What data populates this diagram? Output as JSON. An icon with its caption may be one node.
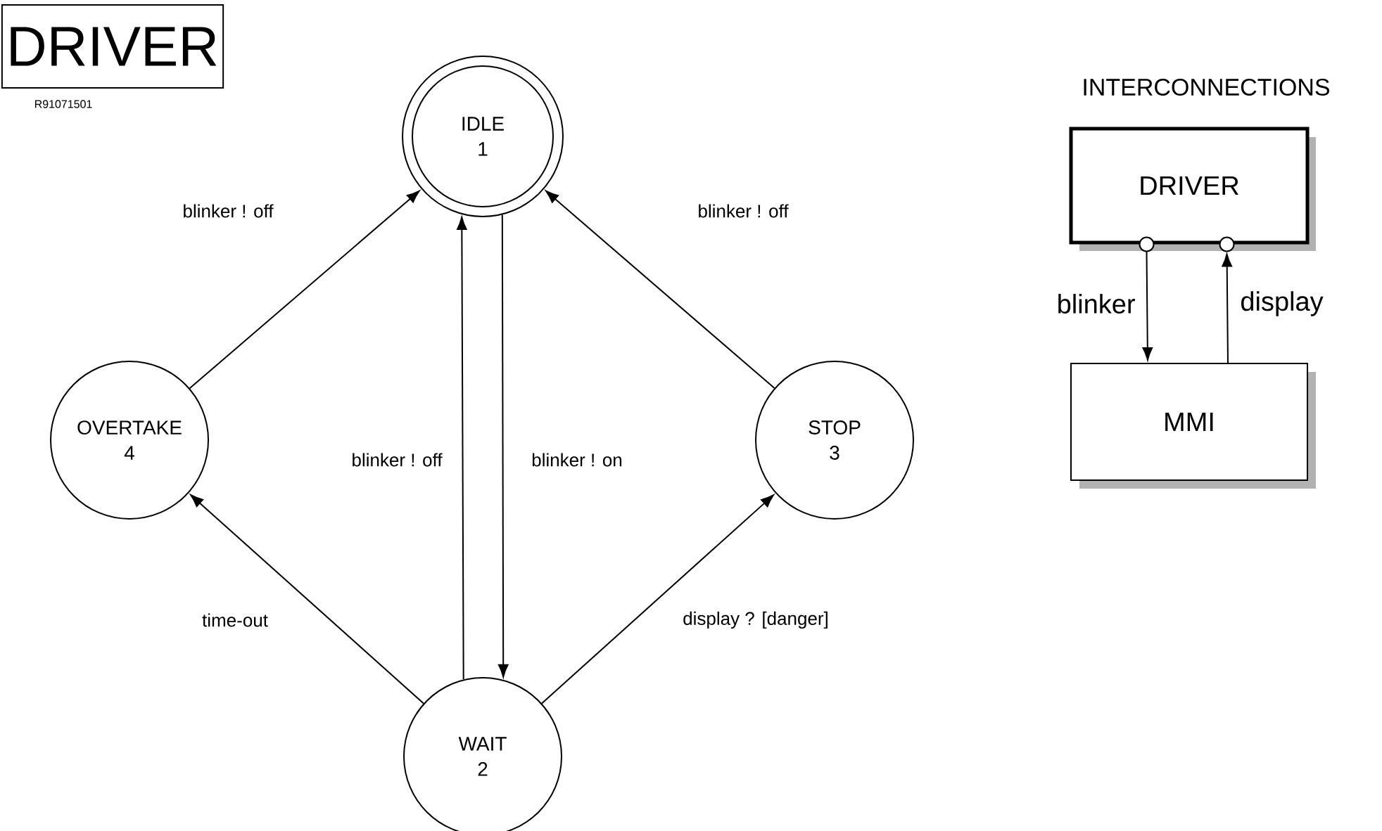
{
  "diagram": {
    "title": "DRIVER",
    "nodes": [
      {
        "text": [
          "IDLE",
          "1"
        ]
      },
      {
        "text": [
          "OVERTAKE",
          "4"
        ]
      },
      {
        "text": [
          "STOP",
          "3"
        ]
      },
      {
        "text": [
          "WAIT",
          "2"
        ]
      },
      {
        "text": [
          "DRIVER"
        ]
      },
      {
        "text": [
          "MMI"
        ]
      }
    ],
    "edges": [
      {
        "from": 1,
        "to": 0,
        "arrow": "to",
        "label": "blinker ! off"
      },
      {
        "from": 3,
        "to": 0,
        "arrow": "to",
        "label": "blinker ! off"
      },
      {
        "from": 0,
        "to": 3,
        "arrow": "to",
        "label": "blinker ! on"
      },
      {
        "from": 2,
        "to": 0,
        "arrow": "to",
        "label": "blinker ! off"
      },
      {
        "from": 3,
        "to": 1,
        "arrow": "to",
        "label": "time-out"
      },
      {
        "from": 3,
        "to": 2,
        "arrow": "to",
        "label": "display ? [danger]"
      },
      {
        "from": 4,
        "to": 5,
        "arrow": "to",
        "label": "blinker"
      },
      {
        "from": 5,
        "to": 4,
        "arrow": "to",
        "label": "display"
      }
    ],
    "labels": [
      "R91071501",
      "INTERCONNECTIONS"
    ]
  }
}
